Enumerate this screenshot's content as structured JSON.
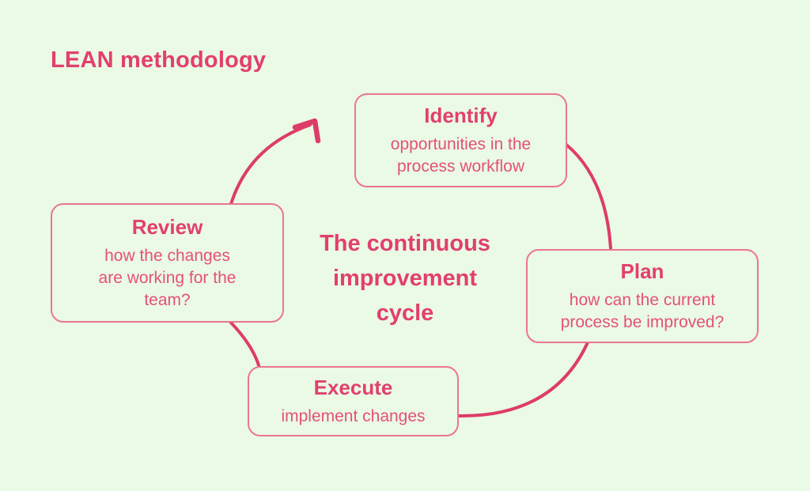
{
  "title": "LEAN methodology",
  "center_label": "The continuous improvement cycle",
  "nodes": [
    {
      "id": "identify",
      "title": "Identify",
      "description": "opportunities in the process workflow"
    },
    {
      "id": "plan",
      "title": "Plan",
      "description": "how can the current process be improved?"
    },
    {
      "id": "execute",
      "title": "Execute",
      "description": "implement changes"
    },
    {
      "id": "review",
      "title": "Review",
      "description": "how the changes are working for the team?"
    }
  ],
  "colors": {
    "background": "#eafae4",
    "accent_text": "#e23f6e",
    "arc_stroke": "#dd3c68",
    "node_border": "#ec7492"
  }
}
